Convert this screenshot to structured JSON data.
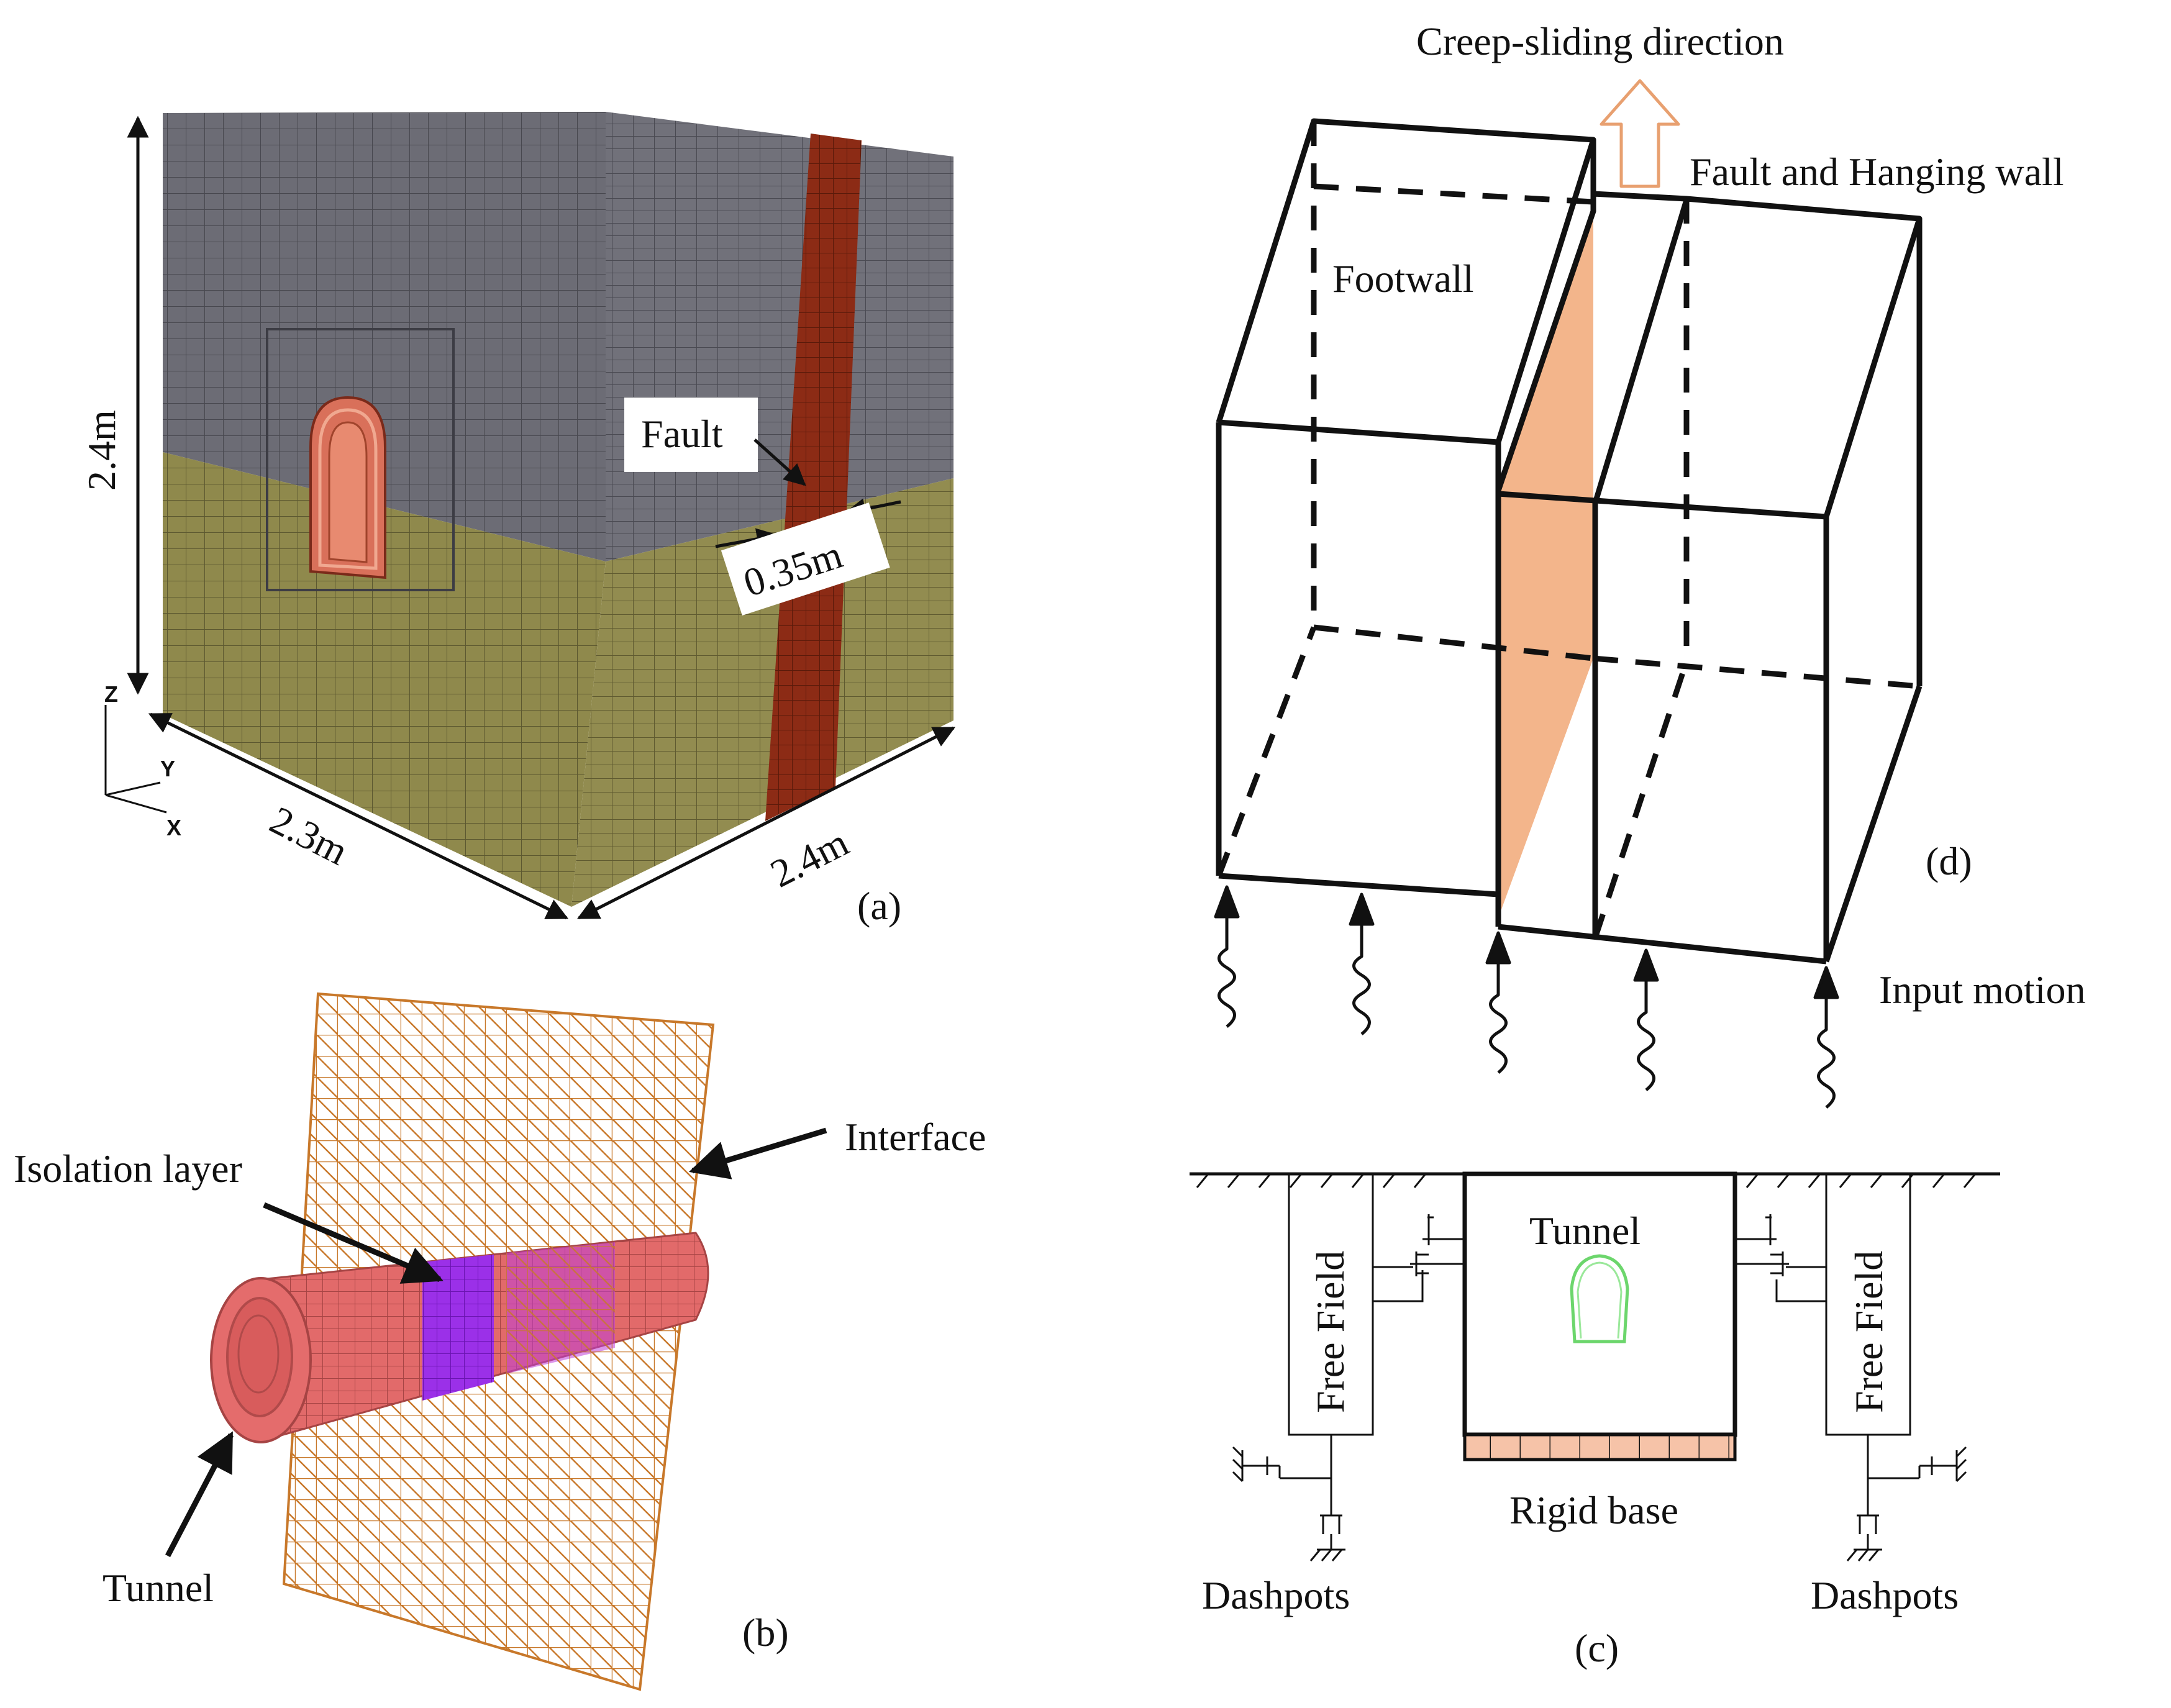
{
  "panel_a": {
    "height_label": "2.4m",
    "width_label": "2.3m",
    "depth_label": "2.4m",
    "fault_label": "Fault",
    "fault_width_label": "0.35m",
    "axis_z": "Z",
    "axis_y": "Y",
    "axis_x": "X",
    "panel_label": "(a)"
  },
  "panel_b": {
    "interface_label": "Interface",
    "isolation_label": "Isolation layer",
    "tunnel_label": "Tunnel",
    "panel_label": "(b)"
  },
  "panel_c": {
    "tunnel_label": "Tunnel",
    "free_field_left": "Free Field",
    "free_field_right": "Free Field",
    "rigid_base_label": "Rigid base",
    "dashpots_left": "Dashpots",
    "dashpots_right": "Dashpots",
    "panel_label": "(c)"
  },
  "panel_d": {
    "creep_label": "Creep-sliding direction",
    "hanging_wall_label": "Fault and Hanging wall",
    "footwall_label": "Footwall",
    "input_motion_label": "Input motion",
    "panel_label": "(d)"
  },
  "colors": {
    "upper_soil": "#6d6d76",
    "lower_soil": "#8f8a4e",
    "fault_band": "#8a2a14",
    "tunnel": "#e06868",
    "isolation": "#9a2ee6",
    "interface_mesh": "#c8782a",
    "fault_plane": "#f2b58a"
  }
}
